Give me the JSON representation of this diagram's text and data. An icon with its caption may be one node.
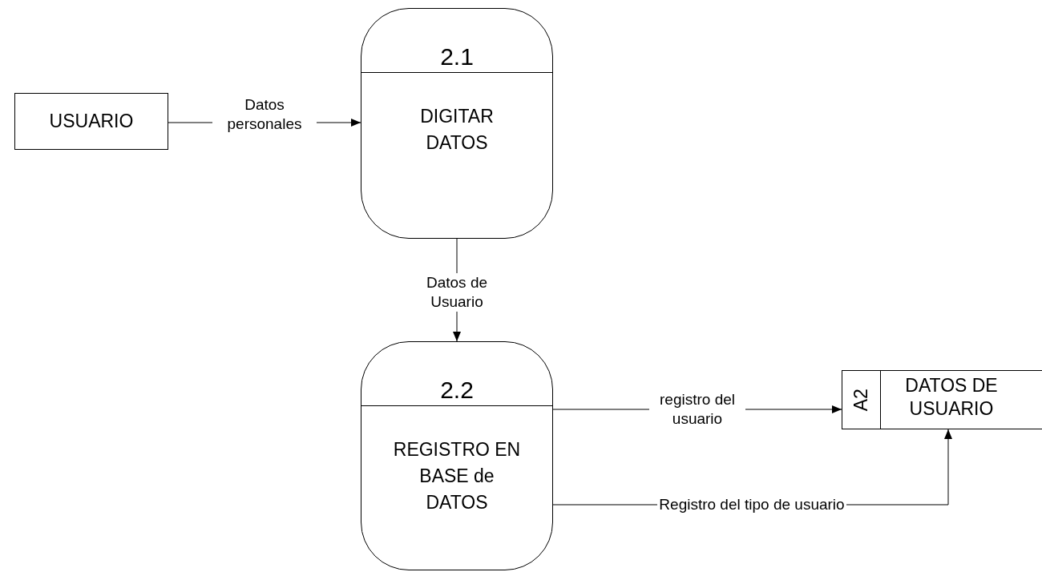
{
  "diagram": {
    "nodes": [
      {
        "text": [
          "USUARIO"
        ]
      },
      {
        "text": [
          "2.1",
          "DIGITAR DATOS"
        ]
      },
      {
        "text": [
          "2.2",
          "REGISTRO EN BASE de DATOS"
        ]
      },
      {
        "text": [
          "A2",
          "DATOS DE USUARIO"
        ]
      }
    ],
    "edges": [
      {
        "from": 0,
        "to": 1,
        "arrow": "to",
        "label": "Datos personales"
      },
      {
        "from": 1,
        "to": 2,
        "arrow": "to",
        "label": "Datos de Usuario"
      },
      {
        "from": 2,
        "to": 3,
        "arrow": "to",
        "label": "registro del usuario"
      },
      {
        "from": 2,
        "to": 3,
        "arrow": "to",
        "label": "Registro del tipo de usuario"
      }
    ]
  }
}
